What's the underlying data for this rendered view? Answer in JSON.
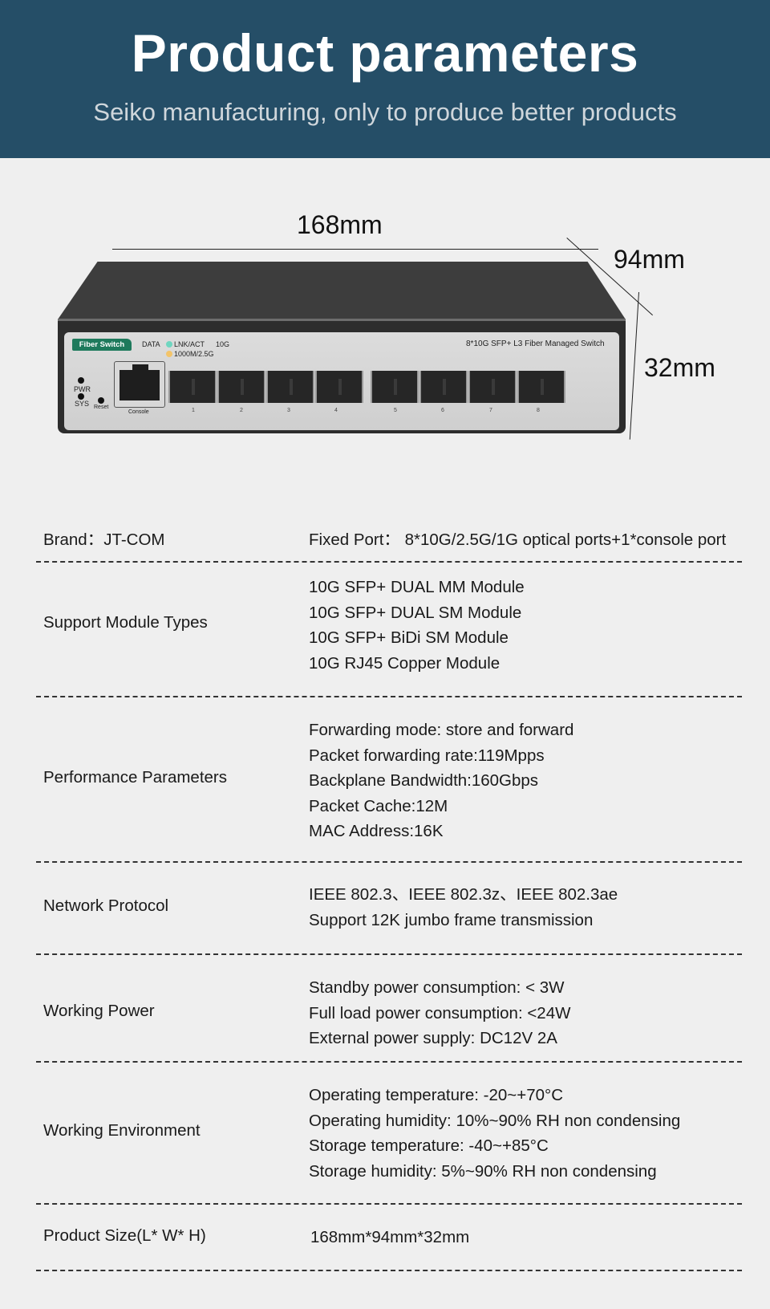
{
  "header": {
    "title": "Product parameters",
    "subtitle": "Seiko manufacturing, only to produce better products",
    "background_color": "#254e67"
  },
  "product_image": {
    "dimensions": {
      "length": "168mm",
      "width": "94mm",
      "height": "32mm"
    },
    "faceplate": {
      "badge": "Fiber Switch",
      "data_label": "DATA",
      "led_lnk": "LNK/ACT",
      "led_speed": "10G",
      "led_speed_alt": "1000M/2.5G",
      "model_text": "8*10G SFP+ L3 Fiber Managed Switch",
      "pwr": "PWR",
      "sys": "SYS",
      "reset": "Reset",
      "console": "Console",
      "ports": [
        "1",
        "2",
        "3",
        "4",
        "5",
        "6",
        "7",
        "8"
      ],
      "led_lnk_color": "#6fd6c0",
      "led_speed_color": "#f3c46a",
      "badge_color": "#1e7a5c"
    }
  },
  "specs": {
    "brand": {
      "label": "Brand：JT-COM",
      "value": "Fixed Port： 8*10G/2.5G/1G optical ports+1*console port"
    },
    "rows": [
      {
        "label": "Support Module Types",
        "values": [
          "10G SFP+ DUAL MM Module",
          "10G SFP+ DUAL SM Module",
          "10G SFP+ BiDi SM Module",
          "10G RJ45 Copper Module"
        ]
      },
      {
        "label": "Performance Parameters",
        "values": [
          "Forwarding mode: store and forward",
          "Packet forwarding rate:119Mpps",
          "Backplane Bandwidth:160Gbps",
          "Packet Cache:12M",
          "MAC Address:16K"
        ]
      },
      {
        "label": "Network Protocol",
        "values": [
          "IEEE 802.3、IEEE 802.3z、IEEE 802.3ae",
          "Support 12K jumbo frame transmission"
        ]
      },
      {
        "label": "Working Power",
        "values": [
          "Standby power consumption: < 3W",
          "Full load power consumption: <24W",
          "External power supply: DC12V 2A"
        ]
      },
      {
        "label": "Working Environment",
        "values": [
          "Operating temperature: -20~+70°C",
          "Operating humidity: 10%~90% RH non condensing",
          "Storage temperature: -40~+85°C",
          "Storage humidity: 5%~90% RH non condensing"
        ]
      },
      {
        "label": "Product Size(L* W* H)",
        "values": [
          "168mm*94mm*32mm"
        ]
      }
    ]
  }
}
